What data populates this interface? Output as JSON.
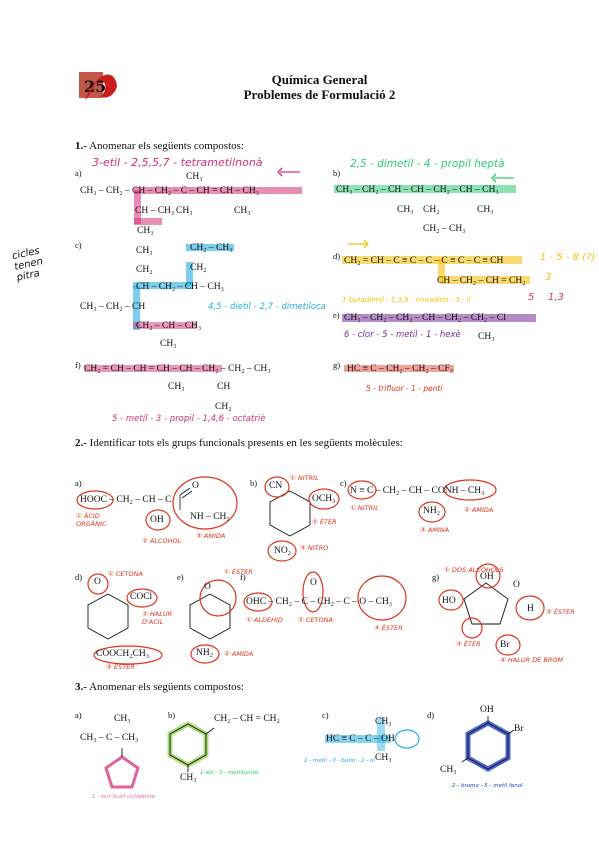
{
  "header": {
    "logo_icon": "university-logo-icon",
    "title": "Química General",
    "subtitle": "Problemes de Formulació 2"
  },
  "q1": {
    "num": "1.-",
    "text": "Anomenar els següents compostos:",
    "a": {
      "label": "a)",
      "main": "CH₃ – CH₂ – CH – CH₂ – C – CH = CH – CH₃",
      "top": "CH₃",
      "subs": [
        "CH – CH₃",
        "CH₃",
        "CH₃",
        "CH₃"
      ],
      "bottom": "CH₃",
      "answer": "3-etil - 2,5,5,7 - tetrametilnonà"
    },
    "b": {
      "label": "b)",
      "main": "CH₃ – CH₂ – CH – CH – CH₂ – CH – CH₃",
      "subs": [
        "CH₃",
        "CH₂",
        "CH₃"
      ],
      "bottom": "CH₂ – CH₃",
      "answer": "2,5 - dimetil - 4 - propil heptà"
    },
    "c": {
      "label": "c)",
      "lines": [
        "CH₃",
        "CH₂",
        "CH – CH₂ – CH – CH₃",
        "CH₃ – CH₂ – CH",
        "CH₂ – CH – CH₃",
        "CH₃"
      ],
      "right_top": "CH₂ – CH₃",
      "right_mid": "CH₂",
      "top2": "CH₃",
      "answer": "4,5 - dietil - 2,7 - dimetiloca",
      "side_note": "cicles tenen pitra"
    },
    "d": {
      "label": "d)",
      "main": "CH₂ = CH – C ≡ C – C – C ≡ C – C ≡ CH",
      "sub": "CH – CH₂ – CH = CH₂",
      "answer": "1 - 5 - 8 (?)",
      "answer2": "1-butadienil - 1,3,8 - nonadien - 3 - il",
      "circ1": "3",
      "circ2": "5",
      "circ3": "1,3"
    },
    "e": {
      "label": "e)",
      "main": "CH₃ – CH₂ – CH₂ – CH – CH₂ – CH₂ – Cl",
      "sub": "CH₃",
      "answer": "6 - clor - 5 - metil - 1 - hexè"
    },
    "f": {
      "label": "f)",
      "main": "CH₂ = CH – CH = CH – CH – CH₂ – CH₂ – CH₃",
      "subs": [
        "CH₃",
        "CH",
        "CH₂"
      ],
      "answer": "5 - metil - 3 - propil - 1,4,6 - octatriè"
    },
    "g": {
      "label": "g)",
      "main": "HC ≡ C – CH₂ – CH₂ – CF₃",
      "answer": "5 - trifluor - 1 - pentí"
    }
  },
  "q2": {
    "num": "2.-",
    "text": "Identificar tots els grups funcionals presents en les següents molècules:",
    "a": {
      "label": "a)",
      "formula": "HOOC – CH₂ – CH – C",
      "oh": "OH",
      "o": "O",
      "nh": "NH – CH₃",
      "tags": [
        "① ÀCID ORGÀNIC",
        "② ALCOHOL",
        "③ AMIDA"
      ]
    },
    "b": {
      "label": "b)",
      "cn": "CN",
      "och3": "OCH₃",
      "no2": "NO₂",
      "tags": [
        "① NITRIL",
        "② ÈTER",
        "③ NITRO"
      ]
    },
    "c": {
      "label": "c)",
      "formula": "N ≡ C – CH₂ – CH – CONH – CH₃",
      "nh2": "NH₂",
      "tags": [
        "① NITRIL",
        "② AMIDA",
        "③ AMINA"
      ]
    },
    "d": {
      "label": "d)",
      "o": "O",
      "cocl": "COCl",
      "ester": "COOCH₂CH₃",
      "tags": [
        "① CETONA",
        "② HALUR D'ACIL",
        "③ ÈSTER"
      ]
    },
    "e": {
      "label": "e)",
      "o": "O",
      "nh2": "NH₂",
      "tags": [
        "① ÈSTER",
        "② AMIDA"
      ]
    },
    "f": {
      "label": "f)",
      "formula": "OHC – CH₂ – C – CH₂ – C – O – CH₃",
      "o": "O",
      "tags": [
        "① ALDEHID",
        "② CETONA",
        "③ ÈSTER"
      ]
    },
    "g": {
      "label": "g)",
      "ho": "HO",
      "oh": "OH",
      "o": "O",
      "h": "H",
      "br": "Br",
      "tags": [
        "① DOS ALCOHOLS",
        "② ÈSTER",
        "③ ÈTER",
        "④ HALUR DE BROM"
      ]
    }
  },
  "q3": {
    "num": "3.-",
    "text": "Anomenar els següents compostos:",
    "a": {
      "label": "a)",
      "top": "CH₃",
      "mid": "CH₃ – C – CH₃",
      "note": "1 - tert-butil ciclopentè"
    },
    "b": {
      "label": "b)",
      "chain": "CH₂ – CH = CH₂",
      "ch3": "CH₃",
      "note": "1-alil - 3 - metilbenzè"
    },
    "c": {
      "label": "c)",
      "left": "HC ≡ C – C – OH",
      "top": "CH₃",
      "bottom": "CH₃",
      "note": "2 - metil - 3 - butin - 2 - ol"
    },
    "d": {
      "label": "d)",
      "oh": "OH",
      "br": "Br",
      "ch3": "CH₃",
      "note": "2 - bromo - 5 - metil fenol"
    }
  },
  "colors": {
    "pink": "#d62f7a",
    "green": "#2ecc71",
    "cyan": "#27aee0",
    "yellow": "#f4c20d",
    "purple": "#7b2a9a",
    "red": "#e0321e",
    "blue": "#1f3fc4",
    "lime": "#8fd14f"
  }
}
